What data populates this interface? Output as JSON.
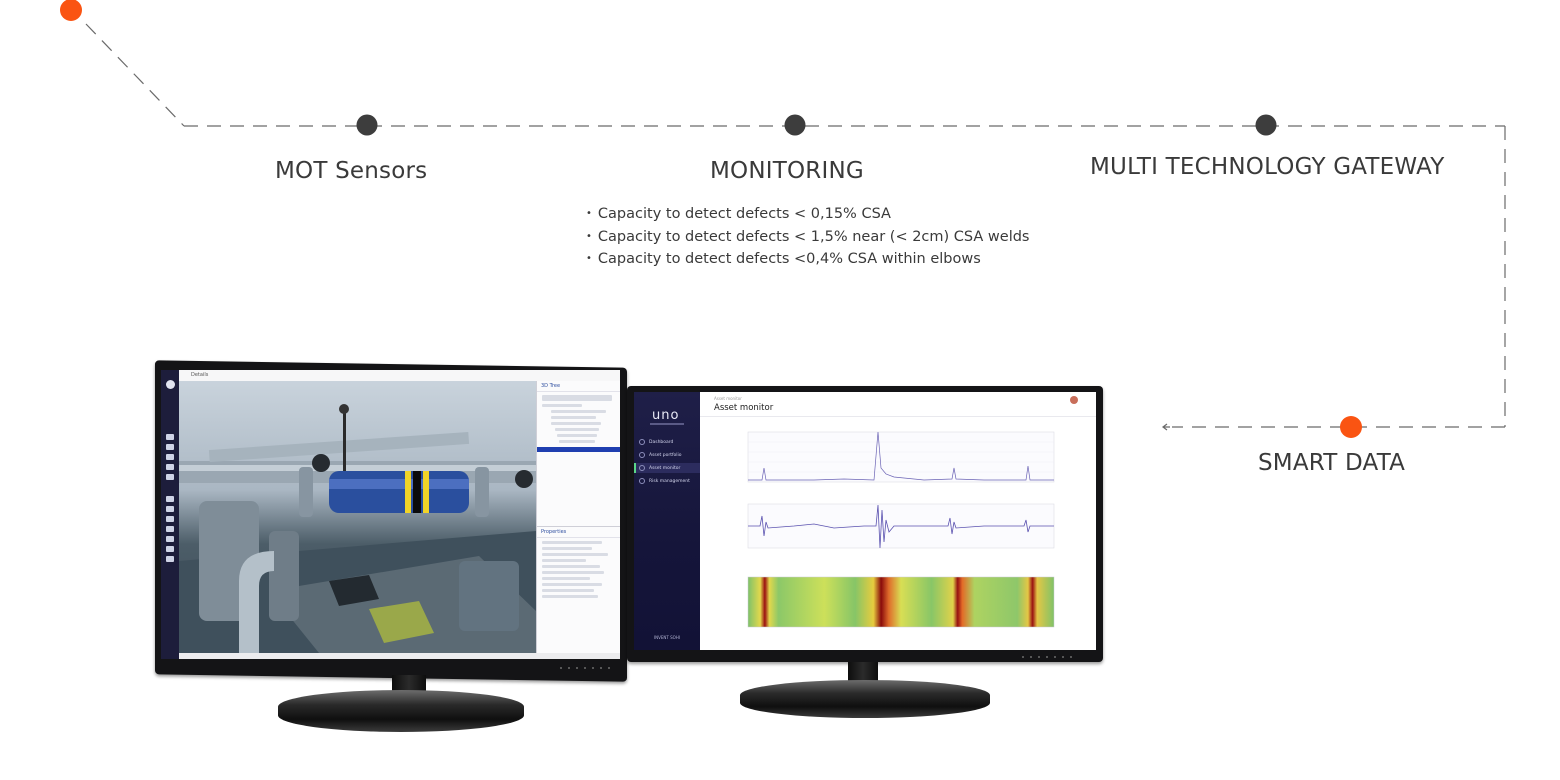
{
  "nodes": [
    {
      "label": "MOT Sensors"
    },
    {
      "label": "MONITORING"
    },
    {
      "label": "MULTI TECHNOLOGY GATEWAY"
    },
    {
      "label": "SMART DATA"
    }
  ],
  "monitoring": {
    "bullets": [
      "Capacity to detect defects < 0,15% CSA",
      "Capacity to detect defects < 1,5% near (< 2cm) CSA welds",
      "Capacity to detect defects <0,4% CSA within elbows"
    ]
  },
  "colors": {
    "accent": "#fa5412",
    "node_dark": "#3d3d3d",
    "dash": "#6a6a6a"
  },
  "icons": {
    "start": "start-dot-icon",
    "step": "step-dot-icon",
    "arrow": "arrow-left-icon"
  },
  "left_screen": {
    "topbar": "Details",
    "tree_title": "3D Tree",
    "props_title": "Properties"
  },
  "right_screen": {
    "logo": "uno",
    "crumb": "Asset monitor",
    "title": "Asset monitor",
    "nav": [
      "Dashboard",
      "Asset portfolio",
      "Asset monitor",
      "Risk management"
    ],
    "footer": "INVENT SOHI"
  }
}
